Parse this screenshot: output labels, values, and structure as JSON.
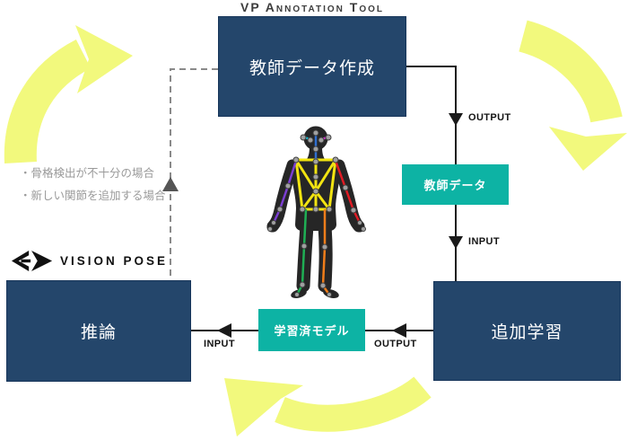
{
  "title": "VP Annotation Tool",
  "boxes": {
    "create": {
      "label": "教師データ作成"
    },
    "teacher_data": {
      "label": "教師データ"
    },
    "additional_training": {
      "label": "追加学習"
    },
    "trained_model": {
      "label": "学習済モデル"
    },
    "inference": {
      "label": "推論"
    }
  },
  "flow_labels": {
    "output_right": "OUTPUT",
    "input_right": "INPUT",
    "input_bottom": "INPUT",
    "output_bottom": "OUTPUT"
  },
  "notes": {
    "items": [
      "・骨格検出が不十分の場合",
      "・新しい関節を追加する場合"
    ]
  },
  "logo": {
    "text": "VISION POSE"
  },
  "colors": {
    "navy": "#24466b",
    "teal": "#0db3a4",
    "cycle_arrow_yellow": "#f2f97d",
    "line_black": "#1a1a1a",
    "dashed_gray": "#8a8a8a",
    "note_gray": "#9a9a9a"
  }
}
